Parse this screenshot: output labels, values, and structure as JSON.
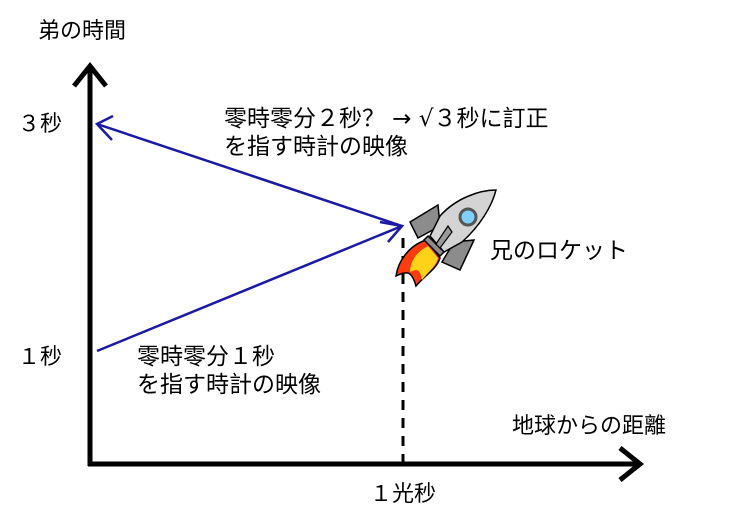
{
  "axes": {
    "y_label": "弟の時間",
    "x_label": "地球からの距離"
  },
  "ticks": {
    "y_top": "３秒",
    "y_bottom": "１秒",
    "x_mark": "１光秒"
  },
  "annotations": {
    "upper_line1": "零時零分２秒？ → √３秒に訂正",
    "upper_line2": "を指す時計の映像",
    "lower_line1": "零時零分１秒",
    "lower_line2": "を指す時計の映像",
    "rocket_label": "兄のロケット"
  },
  "colors": {
    "axis": "#000000",
    "ray": "#1a1aa6",
    "rocket_body": "#c8c8c8",
    "rocket_window": "#7fd0ff",
    "flame_outer": "#ff3b10",
    "flame_inner": "#ffd21a"
  },
  "icons": {
    "rocket": "rocket-icon"
  }
}
